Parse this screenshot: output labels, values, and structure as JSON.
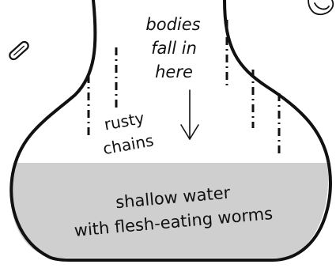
{
  "diagram": {
    "colors": {
      "background": "#ffffff",
      "outline": "#111111",
      "water": "#cfcfcf"
    },
    "labels": {
      "fall_line1": "bodies",
      "fall_line2": "fall in",
      "fall_line3": "here",
      "chains_line1": "rusty",
      "chains_line2": "chains",
      "water_line1": "shallow water",
      "water_line2": "with flesh-eating worms"
    },
    "icons": {
      "arrow": "down-arrow-icon",
      "debris": "pill-shaped-debris-icon",
      "corner_sketch": "curly-sketch-fragment-icon"
    }
  }
}
